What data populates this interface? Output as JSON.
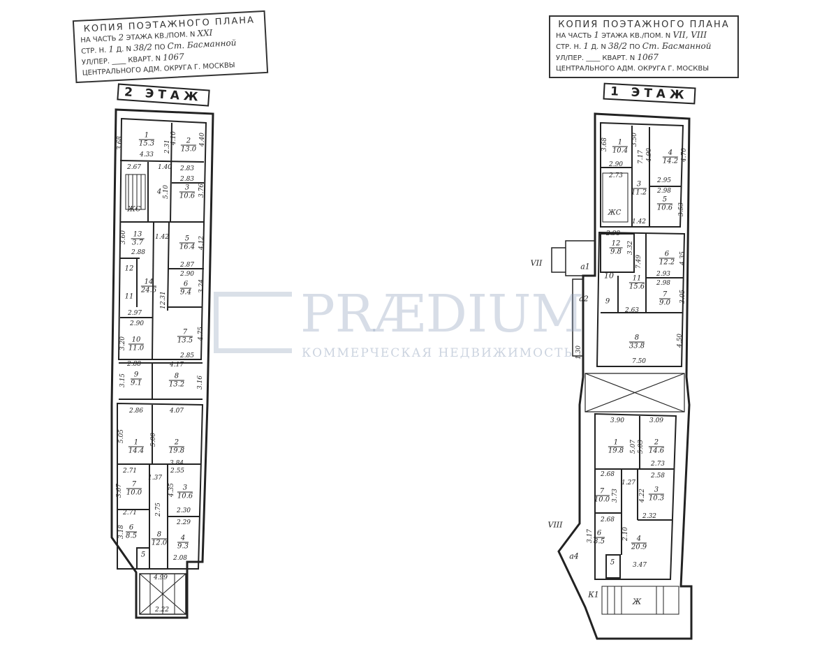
{
  "floor2": {
    "stamp": {
      "title": "КОПИЯ ПОЭТАЖНОГО ПЛАНА",
      "line1_label": "НА ЧАСТЬ",
      "floor_value": "2",
      "floor_label": "ЭТАЖА КВ./ПОМ. N",
      "unit_value": "XXI",
      "line2_label": "СТР. Н.",
      "building_value": "1",
      "house_label": "Д. N",
      "house_value": "38/2",
      "street_label": "ПО",
      "street_value": "Ст. Басманной",
      "line3_label": "УЛ/ПЕР.",
      "block_label": "КВАРТ. N",
      "block_value": "1067",
      "line4": "ЦЕНТРАЛЬНОГО АДМ. ОКРУГА   Г. МОСКВЫ"
    },
    "tag": "2 ЭТАЖ",
    "rooms": [
      {
        "n": "1",
        "a": "15.3"
      },
      {
        "n": "2",
        "a": "13.0"
      },
      {
        "n": "3",
        "a": "10.6"
      },
      {
        "n": "4",
        "a": ""
      },
      {
        "n": "ЖС",
        "a": ""
      },
      {
        "n": "13",
        "a": "3.7"
      },
      {
        "n": "5",
        "a": "16.4"
      },
      {
        "n": "12",
        "a": ""
      },
      {
        "n": "11",
        "a": ""
      },
      {
        "n": "14",
        "a": "24.6"
      },
      {
        "n": "6",
        "a": "9.4"
      },
      {
        "n": "10",
        "a": "11.0"
      },
      {
        "n": "7",
        "a": "13.5"
      },
      {
        "n": "9",
        "a": "9.1"
      },
      {
        "n": "8",
        "a": "13.2"
      },
      {
        "n": "1",
        "a": "14.4"
      },
      {
        "n": "2",
        "a": "19.8"
      },
      {
        "n": "7",
        "a": "10.0"
      },
      {
        "n": "3",
        "a": "10.6"
      },
      {
        "n": "6",
        "a": "8.5"
      },
      {
        "n": "8",
        "a": "12.0"
      },
      {
        "n": "4",
        "a": "9.3"
      },
      {
        "n": "5",
        "a": ""
      }
    ],
    "dims": [
      "3.68",
      "4.33",
      "2.31",
      "4.10",
      "4.40",
      "2.67",
      "1.40",
      "2.83",
      "2.83",
      "3.76",
      "5.10",
      "3.60",
      "2.88",
      "1.42",
      "4.12",
      "2.87",
      "2.90",
      "3.24",
      "12.31",
      "2.97",
      "2.90",
      "3.20",
      "4.75",
      "2.85",
      "2.88",
      "4.17",
      "3.15",
      "3.16",
      "2.86",
      "4.07",
      "5.05",
      "5.00",
      "3.84",
      "2.71",
      "1.37",
      "2.55",
      "3.67",
      "4.35",
      "2.75",
      "2.30",
      "2.71",
      "2.29",
      "3.18",
      "2.08",
      "4.99",
      "2.22"
    ]
  },
  "floor1": {
    "stamp": {
      "title": "КОПИЯ ПОЭТАЖНОГО ПЛАНА",
      "line1_label": "НА ЧАСТЬ",
      "floor_value": "1",
      "floor_label": "ЭТАЖА КВ./ПОМ. N",
      "unit_value": "VII, VIII",
      "line2_label": "СТР. Н.",
      "building_value": "1",
      "house_label": "Д. N",
      "house_value": "38/2",
      "street_label": "ПО",
      "street_value": "Ст. Басманной",
      "line3_label": "УЛ/ПЕР.",
      "block_label": "КВАРТ. N",
      "block_value": "1067",
      "line4": "ЦЕНТРАЛЬНОГО АДМ. ОКРУГА   Г. МОСКВЫ"
    },
    "tag": "1 ЭТАЖ",
    "rooms": [
      {
        "n": "1",
        "a": "10.4"
      },
      {
        "n": "4",
        "a": "14.2"
      },
      {
        "n": "3",
        "a": "11.2"
      },
      {
        "n": "5",
        "a": "10.6"
      },
      {
        "n": "ЖС",
        "a": ""
      },
      {
        "n": "12",
        "a": "9.8"
      },
      {
        "n": "6",
        "a": "12.2"
      },
      {
        "n": "11",
        "a": "15.6"
      },
      {
        "n": "7",
        "a": "9.0"
      },
      {
        "n": "9",
        "a": ""
      },
      {
        "n": "8",
        "a": "33.8"
      },
      {
        "n": "1",
        "a": "19.8"
      },
      {
        "n": "2",
        "a": "14.6"
      },
      {
        "n": "7",
        "a": "10.0"
      },
      {
        "n": "3",
        "a": "10.3"
      },
      {
        "n": "6",
        "a": "8.5"
      },
      {
        "n": "4",
        "a": "20.9"
      },
      {
        "n": "5",
        "a": ""
      }
    ],
    "dims": [
      "3.68",
      "3.50",
      "2.90",
      "7.17",
      "4.90",
      "4.70",
      "2.73",
      "2.95",
      "2.98",
      "3.53",
      "1.42",
      "2.98",
      "3.32",
      "7.49",
      "4.35",
      "2.93",
      "2.98",
      "3.05",
      "2.63",
      "4.50",
      "7.50",
      "1.30",
      "3.90",
      "3.09",
      "5.07",
      "5.03",
      "2.73",
      "2.68",
      "1.27",
      "2.58",
      "3.73",
      "4.22",
      "2.32",
      "2.68",
      "3.17",
      "2.10",
      "3.47"
    ],
    "marks": [
      "VII",
      "а1",
      "а2",
      "VIII",
      "а4",
      "К1",
      "Ж",
      "10"
    ]
  },
  "watermark": {
    "name": "PRÆDIUM",
    "tagline": "КОММЕРЧЕСКАЯ НЕДВИЖИМОСТЬ"
  }
}
